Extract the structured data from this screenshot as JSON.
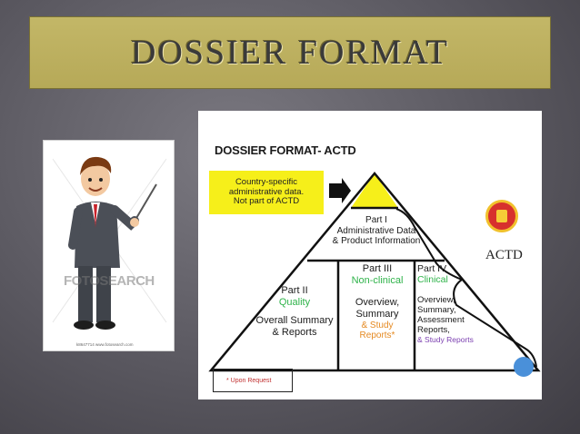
{
  "slide": {
    "title": "DOSSIER FORMAT"
  },
  "clipart": {
    "watermark": "FOTOSEARCH",
    "caption": "k8647714 www.fotosearch.com"
  },
  "diagram": {
    "title": "DOSSIER FORMAT- ACTD",
    "yellow_box": {
      "line1": "Country-specific",
      "line2": "administrative data.",
      "line3": "Not part of ACTD"
    },
    "part1": {
      "label": "Part I",
      "line1": "Administrative Data",
      "line2": "& Product Information"
    },
    "part2": {
      "label": "Part II",
      "name": "Quality",
      "line1": "Overall Summary",
      "line2": "& Reports"
    },
    "part3": {
      "label": "Part III",
      "name": "Non-clinical",
      "line1": "Overview,",
      "line2": "Summary",
      "line3": "& Study",
      "line4": "Reports*"
    },
    "part4": {
      "label": "Part IV",
      "name": "Clinical",
      "line1": "Overview,",
      "line2": "Summary,",
      "line3": "Assessment",
      "line4": "Reports,",
      "line5": "& Study Reports"
    },
    "asean_label": "ACTD",
    "footnote": "* Upon Request",
    "colors": {
      "yellow": "#f6ef1a",
      "green": "#2fb34a",
      "orange": "#e58a22",
      "purple": "#7b3fb0",
      "asean_red": "#d7312d",
      "blue_dot": "#4a90d9"
    }
  }
}
